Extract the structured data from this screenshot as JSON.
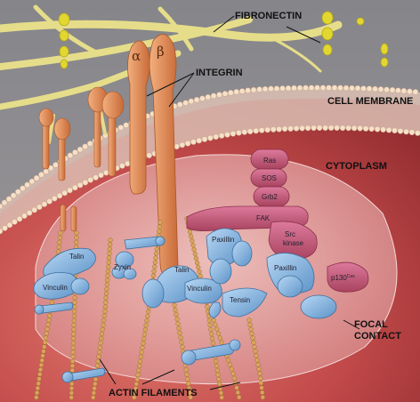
{
  "labels": {
    "fibronectin": "FIBRONECTIN",
    "integrin": "INTEGRIN",
    "alpha": "α",
    "beta": "β",
    "cell_membrane": "CELL MEMBRANE",
    "cytoplasm": "CYTOPLASM",
    "focal_contact_line1": "FOCAL",
    "focal_contact_line2": "CONTACT",
    "actin_filaments": "ACTIN FILAMENTS"
  },
  "molecules": {
    "ras": "Ras",
    "sos": "SOS",
    "grb2": "Grb2",
    "fak": "FAK",
    "src_line1": "Src",
    "src_line2": "kinase",
    "p130": "p130",
    "p130_sup": "Cas",
    "paxillin_center": "Paxillin",
    "paxillin_right": "Paxillin",
    "talin_left": "Talin",
    "talin_center": "Talin",
    "zyxin": "Zyxin",
    "vinculin_left": "Vinculin",
    "vinculin_center": "Vinculin",
    "tensin": "Tensin"
  },
  "colors": {
    "background_extracellular": "#8b8b90",
    "cytoplasm": "#c24a4a",
    "cytoplasm_dark": "#8e2a2e",
    "membrane_bead": "#f6e0c8",
    "fibronectin": "#e6dd8a",
    "fibronectin_yellow": "#e2d630",
    "integrin": "#e08a55",
    "signaling_pink": "#c2567a",
    "adapter_blue": "#7fb2e0",
    "actin_bead": "#d9a55c",
    "focal_contact_bubble": "#e7b6b6"
  }
}
